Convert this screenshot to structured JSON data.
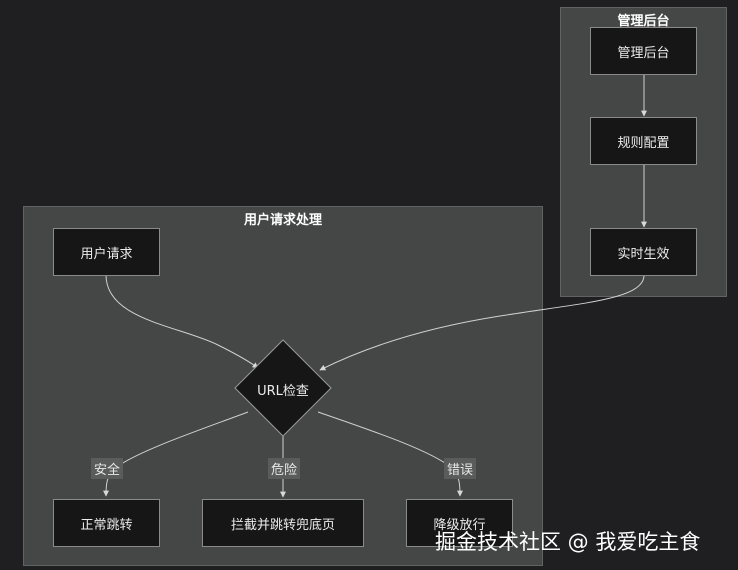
{
  "clusters": {
    "admin": {
      "title": "管理后台"
    },
    "user": {
      "title": "用户请求处理"
    }
  },
  "nodes": {
    "admin_console": "管理后台",
    "rule_config": "规则配置",
    "realtime": "实时生效",
    "user_request": "用户请求",
    "url_check": "URL检查",
    "normal_redirect": "正常跳转",
    "intercept": "拦截并跳转兜底页",
    "degrade": "降级放行"
  },
  "edge_labels": {
    "safe": "安全",
    "danger": "危险",
    "error": "错误"
  },
  "watermark": "掘金技术社区 @ 我爱吃主食"
}
